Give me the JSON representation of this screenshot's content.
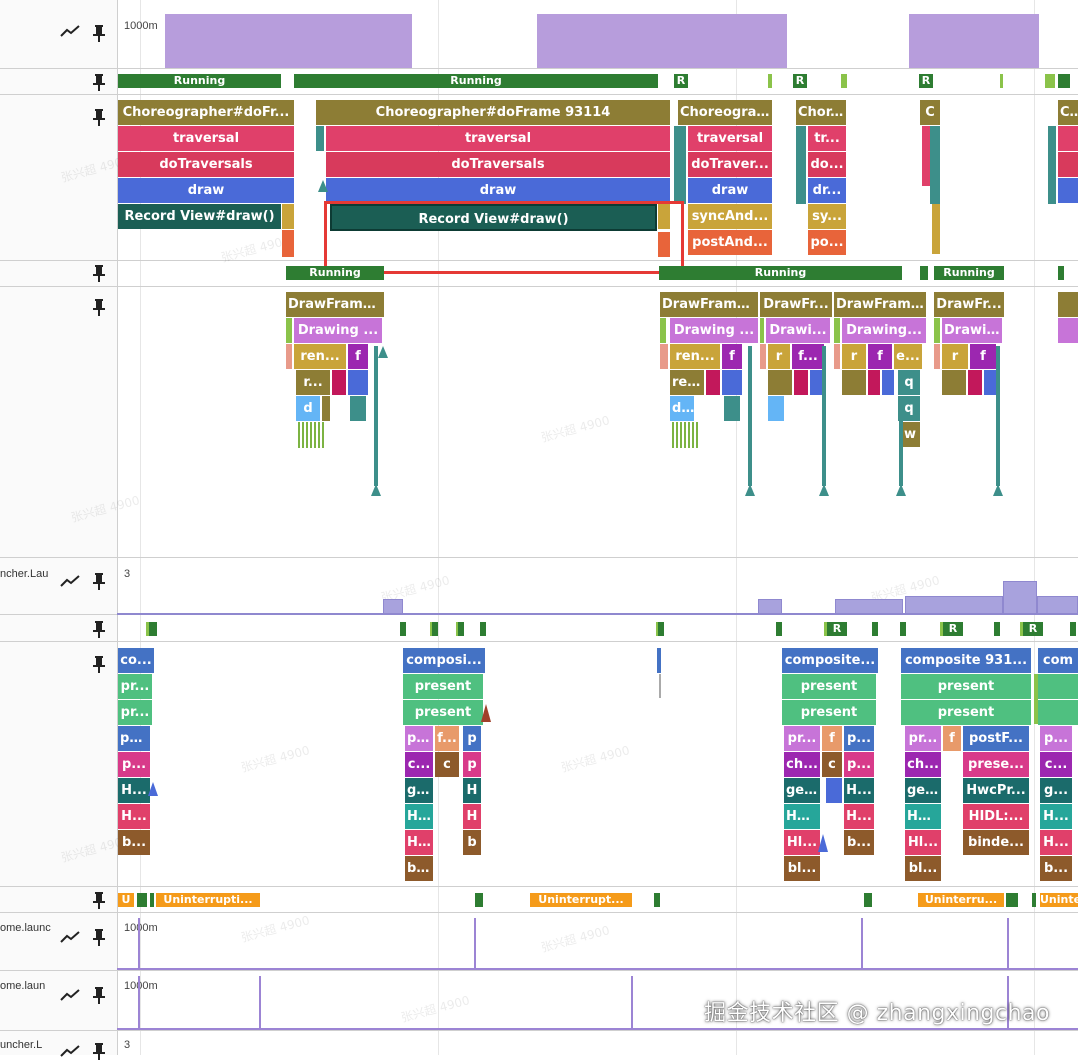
{
  "colors": {
    "running": "#2e7d32",
    "choreographer": "#8d7d35",
    "traversal": "#e0406a",
    "doTraversals": "#d83a5c",
    "draw": "#4a6ad8",
    "record": "#1b5e54",
    "composite": "#4472c4",
    "present": "#4fc080",
    "uninterruptible": "#f59b1a",
    "counter": "#b79ddc",
    "highlight": "#e53935"
  },
  "tracks": {
    "t1_value": "1000m",
    "launcher_label_1": "ncher.Lau",
    "launcher_value_1": "3",
    "home_label_1": "ome.launc",
    "home_value_1": "1000m",
    "home_label_2": "ome.laun",
    "home_value_2": "1000m",
    "launcher_label_2": "uncher.L",
    "launcher_value_2": "3"
  },
  "main_thread": {
    "states": [
      "Running",
      "Running",
      "R",
      "R",
      "R"
    ],
    "frame1": [
      "Choreographer#doFr...",
      "traversal",
      "doTraversals",
      "draw",
      "Record View#draw()"
    ],
    "frame2": [
      "Choreographer#doFrame 93114",
      "traversal",
      "doTraversals",
      "draw",
      "Record View#draw()"
    ],
    "frame3": [
      "Choreogra...",
      "traversal",
      "doTraver...",
      "draw",
      "syncAnd...",
      "postAnd..."
    ],
    "frame4": [
      "Chor...",
      "tr...",
      "do...",
      "dr...",
      "sy...",
      "po..."
    ],
    "frame5": [
      "C"
    ],
    "frame6": [
      "Ch"
    ]
  },
  "render_thread": {
    "states": [
      "Running",
      "Running",
      "Running"
    ],
    "a": [
      "DrawFrame...",
      "Drawing ...",
      "ren...",
      "f",
      "r...",
      "d"
    ],
    "b": [
      "DrawFrame...",
      "Drawing ...",
      "ren...",
      "f",
      "re...",
      "d..."
    ],
    "c": [
      "DrawFr...",
      "Drawi...",
      "r",
      "f..."
    ],
    "d": [
      "DrawFrame...",
      "Drawing...",
      "r",
      "f",
      "e...",
      "q",
      "q",
      "w"
    ],
    "e": [
      "DrawFr...",
      "Drawi...",
      "r",
      "f"
    ]
  },
  "surface_flinger": {
    "small_states": [
      "R",
      "R",
      "R"
    ],
    "c1": [
      "co...",
      "pr...",
      "pr...",
      "po...",
      "p...",
      "H...",
      "H...",
      "b..."
    ],
    "c2": [
      "composi...",
      "present",
      "present",
      "p...",
      "f...",
      "p",
      "c...",
      "c",
      "p",
      "g...",
      "H",
      "H...",
      "H",
      "H...",
      "b",
      "b..."
    ],
    "c3": [
      "composite...",
      "present",
      "present",
      "pr...",
      "f",
      "p...",
      "ch...",
      "c",
      "p...",
      "ge...",
      "H...",
      "Hw...",
      "H...",
      "Hl...",
      "b...",
      "bl..."
    ],
    "c4": [
      "composite 931...",
      "present",
      "present",
      "pr...",
      "f",
      "postF...",
      "ch...",
      "prese...",
      "ge...",
      "HwcPr...",
      "Hw...",
      "HIDL:...",
      "Hl...",
      "binde...",
      "bl..."
    ],
    "c5": [
      "com",
      "p...",
      "c...",
      "g...",
      "H...",
      "H...",
      "b..."
    ]
  },
  "binder_states": [
    "U",
    "Uninterrupti...",
    "Uninterrupt...",
    "Uninterru...",
    "Uninte"
  ],
  "watermark": "掘金技术社区 @ zhangxingchao"
}
